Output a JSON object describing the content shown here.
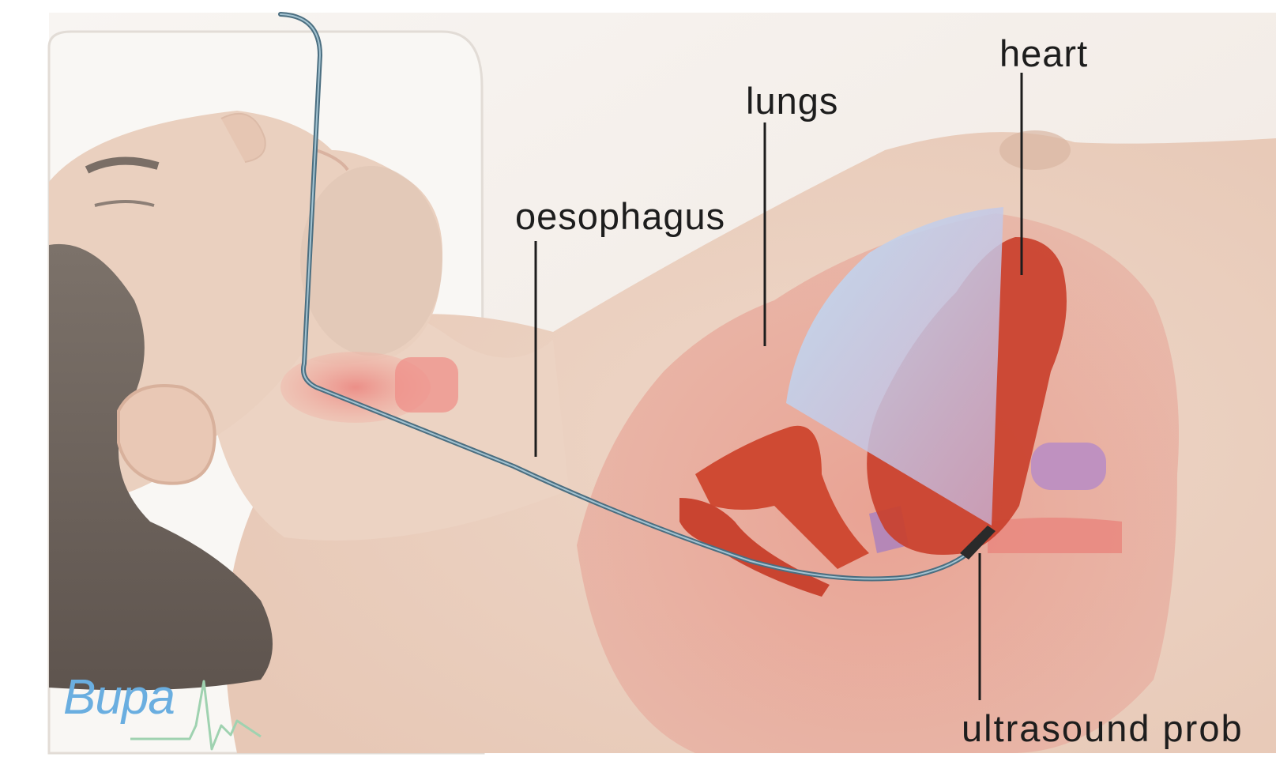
{
  "labels": {
    "heart": "heart",
    "lungs": "lungs",
    "oesophagus": "oesophagus",
    "ultrasound_probe": "ultrasound prob"
  },
  "logo": {
    "text": "Bupa"
  },
  "colors": {
    "background": "#f2ece6",
    "skin": "#ecd3c3",
    "hair": "#6b5f58",
    "lung": "#e69383",
    "heart": "#c8402c",
    "ultrasound_beam": "#a9cde9",
    "probe_tube": "#4b6e80",
    "logo_blue": "#6aaee0",
    "logo_green": "#9fd2b0"
  }
}
